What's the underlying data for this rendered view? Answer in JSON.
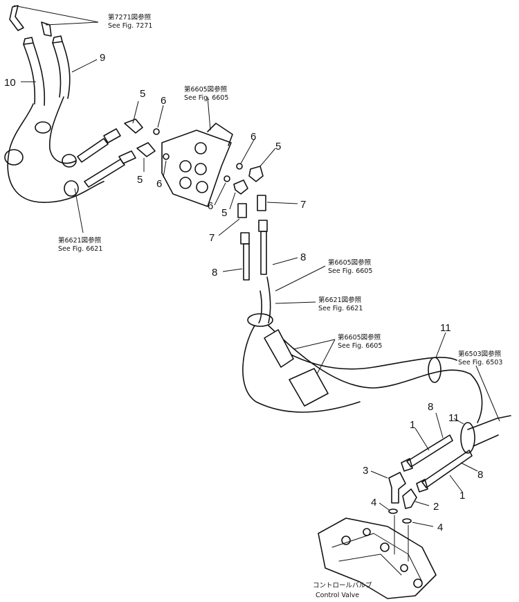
{
  "references": {
    "fig7271": {
      "jp": "第7271図参照",
      "en": "See Fig. 7271"
    },
    "fig6605_top": {
      "jp": "第6605図参照",
      "en": "See Fig. 6605"
    },
    "fig6621_left": {
      "jp": "第6621図参照",
      "en": "See Fig. 6621"
    },
    "fig6605_mid": {
      "jp": "第6605図参照",
      "en": "See Fig. 6605"
    },
    "fig6621_mid": {
      "jp": "第6621図参照",
      "en": "See Fig. 6621"
    },
    "fig6605_low": {
      "jp": "第6605図参照",
      "en": "See Fig. 6605"
    },
    "fig6503": {
      "jp": "第6503図参照",
      "en": "See Fig. 6503"
    }
  },
  "control_valve": {
    "jp": "コントロールバルブ",
    "en": "Control Valve"
  },
  "part_numbers": {
    "p1": "1",
    "p2": "2",
    "p3": "3",
    "p4": "4",
    "p5": "5",
    "p6": "6",
    "p7": "7",
    "p8": "8",
    "p9": "9",
    "p10": "10",
    "p11": "11"
  }
}
